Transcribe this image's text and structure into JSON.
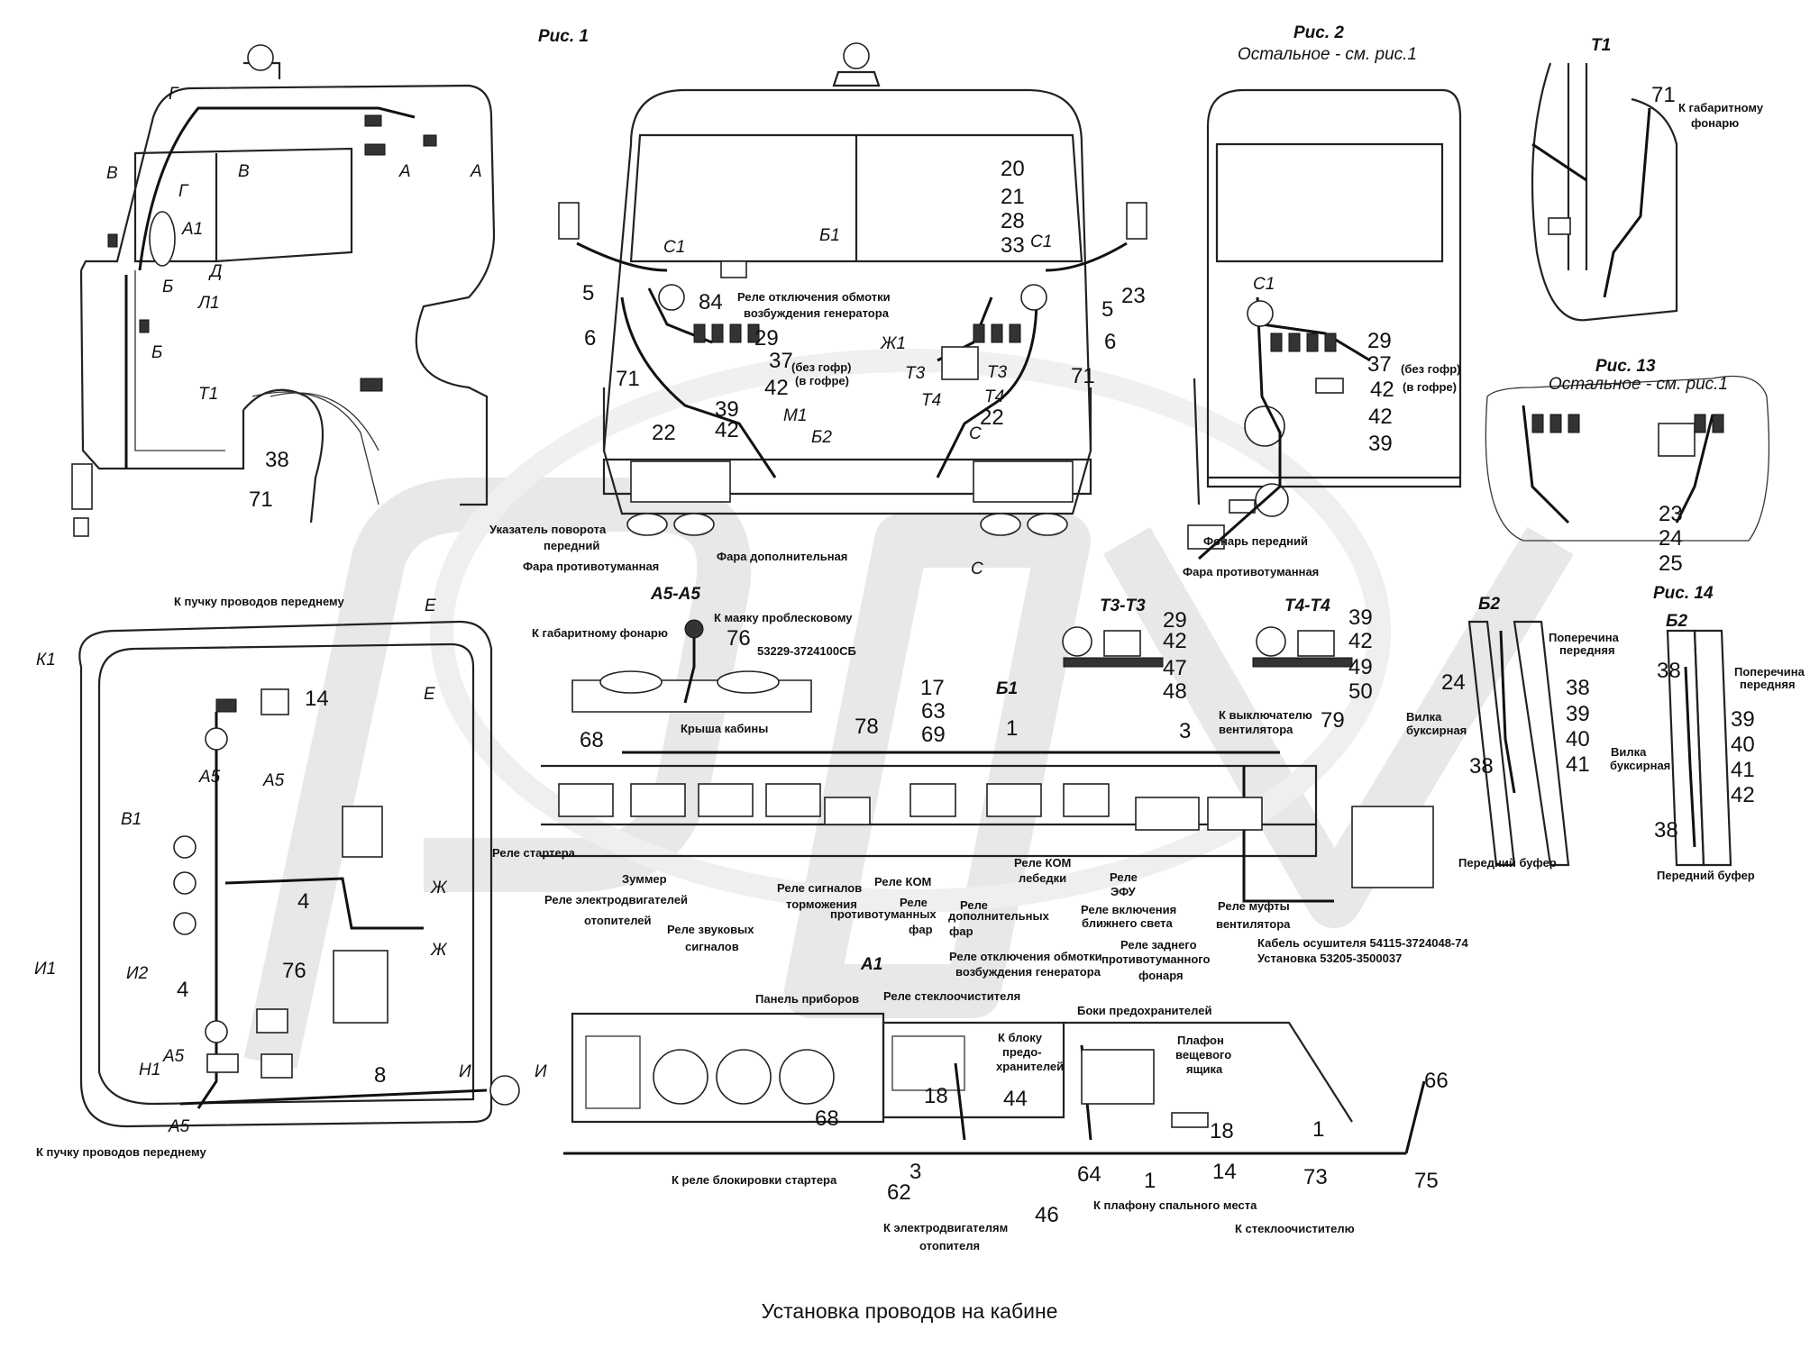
{
  "caption": "Установка проводов на кабине",
  "figures": {
    "fig1": "Рис. 1",
    "fig2": "Рис. 2",
    "fig2_note": "Остальное - см. рис.1",
    "t1": "Т1",
    "fig13": "Рис. 13",
    "fig13_note": "Остальное - см. рис.1",
    "fig14": "Рис. 14",
    "t3": "Т3-Т3",
    "t4": "Т4-Т4",
    "a5": "А5-А5",
    "b1": "Б1",
    "a1": "А1",
    "b2": "Б2",
    "b2b": "Б2"
  },
  "labels": {
    "relay_gen1": "Реле отключения обмотки",
    "relay_gen2": "возбуждения генератора",
    "without_corr": "(без гофр)",
    "in_corr": "(в гофре)",
    "without_corr2": "(без гофр)",
    "in_corr2": "(в гофре)",
    "turn1": "Указатель поворота",
    "turn2": "передний",
    "fog_front": "Фара противотуманная",
    "aux_lamp": "Фара дополнительная",
    "rear_lamp": "Фонарь передний",
    "fog_front2": "Фара противотуманная",
    "to_marker1": "К габаритному",
    "to_marker2": "фонарю",
    "to_front_bundle_top": "К пучку проводов переднему",
    "to_front_bundle_bottom": "К пучку проводов переднему",
    "to_marker_lamp": "К габаритному фонарю",
    "to_beacon": "К  маяку проблесковому",
    "part_no": "53229-3724100СБ",
    "roof": "Крыша кабины",
    "to_fan1": "К выключателю",
    "to_fan2": "вентилятора",
    "crossbar1a": "Поперечина",
    "crossbar1b": "передняя",
    "tow1a": "Вилка",
    "tow1b": "буксирная",
    "bumper1": "Передний буфер",
    "crossbar2a": "Поперечина",
    "crossbar2b": "передняя",
    "tow2a": "Вилка",
    "tow2b": "буксирная",
    "bumper2": "Передний буфер",
    "r_starter": "Реле стартера",
    "buzzer": "Зуммер",
    "r_heater1": "Реле электродвигателей",
    "r_heater2": "отопителей",
    "r_horn1": "Реле звуковых",
    "r_horn2": "сигналов",
    "r_brake1": "Реле сигналов",
    "r_brake2": "торможения",
    "r_pto": "Реле КОМ",
    "r_fog1": "Реле",
    "r_fog2": "противотуманных",
    "r_fog3": "фар",
    "r_winch1": "Реле КОМ",
    "r_winch2": "лебедки",
    "r_aux1": "Реле",
    "r_aux2": "дополнительных",
    "r_aux3": "фар",
    "r_efu1": "Реле",
    "r_efu2": "ЭФУ",
    "r_low1": "Реле включения",
    "r_low2": "ближнего света",
    "r_clutch1": "Реле муфты",
    "r_clutch2": "вентилятора",
    "r_gen1": "Реле отключения обмотки",
    "r_gen2": "возбуждения генератора",
    "r_rearfog1": "Реле заднего",
    "r_rearfog2": "противотуманного",
    "r_rearfog3": "фонаря",
    "dryer1": "Кабель осушителя 54115-3724048-74",
    "dryer2": "Установка 53205-3500037",
    "panel": "Панель приборов",
    "r_wiper": "Реле стеклоочистителя",
    "fuse_sides": "Боки предохранителей",
    "to_fuse1": "К блоку",
    "to_fuse2": "предо-",
    "to_fuse3": "хранителей",
    "glove1": "Плафон",
    "glove2": "вещевого",
    "glove3": "ящика",
    "to_starter_lock": "К реле блокировки стартера",
    "to_heater1": "К электродвигателям",
    "to_heater2": "отопителя",
    "to_sleeper": "К плафону спального места",
    "to_wiper": "К стеклоочистителю"
  },
  "callouts": {
    "n1": "38",
    "n2": "71",
    "f20": "20",
    "f21": "21",
    "f28": "28",
    "f33": "33",
    "c5a": "5",
    "c5b": "5",
    "c6a": "6",
    "c6b": "6",
    "c71a": "71",
    "c71b": "71",
    "c84": "84",
    "c29": "29",
    "c37": "37",
    "c42": "42",
    "c39": "39",
    "c42b": "42",
    "c22a": "22",
    "c22b": "22",
    "c23": "23",
    "d29": "29",
    "d37": "37",
    "d42": "42",
    "d42b": "42",
    "d39": "39",
    "t71": "71",
    "g23": "23",
    "g24": "24",
    "g25": "25",
    "t3a": "29",
    "t3b": "42",
    "t3c": "47",
    "t3d": "48",
    "t4a": "39",
    "t4b": "42",
    "t4c": "49",
    "t4d": "50",
    "k14": "14",
    "k4a": "4",
    "k76": "76",
    "k4b": "4",
    "k8": "8",
    "a76": "76",
    "b17": "17",
    "b63": "63",
    "b69": "69",
    "b78": "78",
    "b68": "68",
    "b1": "1",
    "b3": "3",
    "b79": "79",
    "p24": "24",
    "p38a": "38",
    "p39": "39",
    "p40": "40",
    "p41": "41",
    "p38b": "38",
    "q38a": "38",
    "q39": "39",
    "q40": "40",
    "q41": "41",
    "q42": "42",
    "q38b": "38",
    "a18a": "18",
    "a44": "44",
    "a18b": "18",
    "a68": "68",
    "a3": "3",
    "a62": "62",
    "a64": "64",
    "a46": "46",
    "a1a": "1",
    "a14": "14",
    "a1b": "1",
    "a73": "73",
    "a75": "75",
    "a66": "66"
  },
  "section_marks": {
    "g": "Г",
    "v1": "В",
    "v2": "В",
    "a1": "А",
    "a2": "А",
    "g2": "Г",
    "a1b": "А1",
    "d": "Д",
    "l1": "Л1",
    "b1": "Б",
    "b2": "Б",
    "t1": "Т1",
    "c1a": "С1",
    "c1b": "С1",
    "c1c": "С1",
    "b1top": "Б1",
    "m1": "М1",
    "b2mid": "Б2",
    "c_a": "С",
    "c_b": "С",
    "zh1": "Ж1",
    "t3a": "Т3",
    "t3b": "Т3",
    "t4a": "Т4",
    "t4b": "Т4",
    "k1": "К1",
    "e1": "Е",
    "e2": "Е",
    "a5a": "А5",
    "a5b": "А5",
    "v1b": "В1",
    "zh_a": "Ж",
    "zh_b": "Ж",
    "i1": "И1",
    "i2": "И2",
    "n1": "Н1",
    "a5c": "А5",
    "a5d": "А5",
    "i_a": "И",
    "i_b": "И"
  }
}
